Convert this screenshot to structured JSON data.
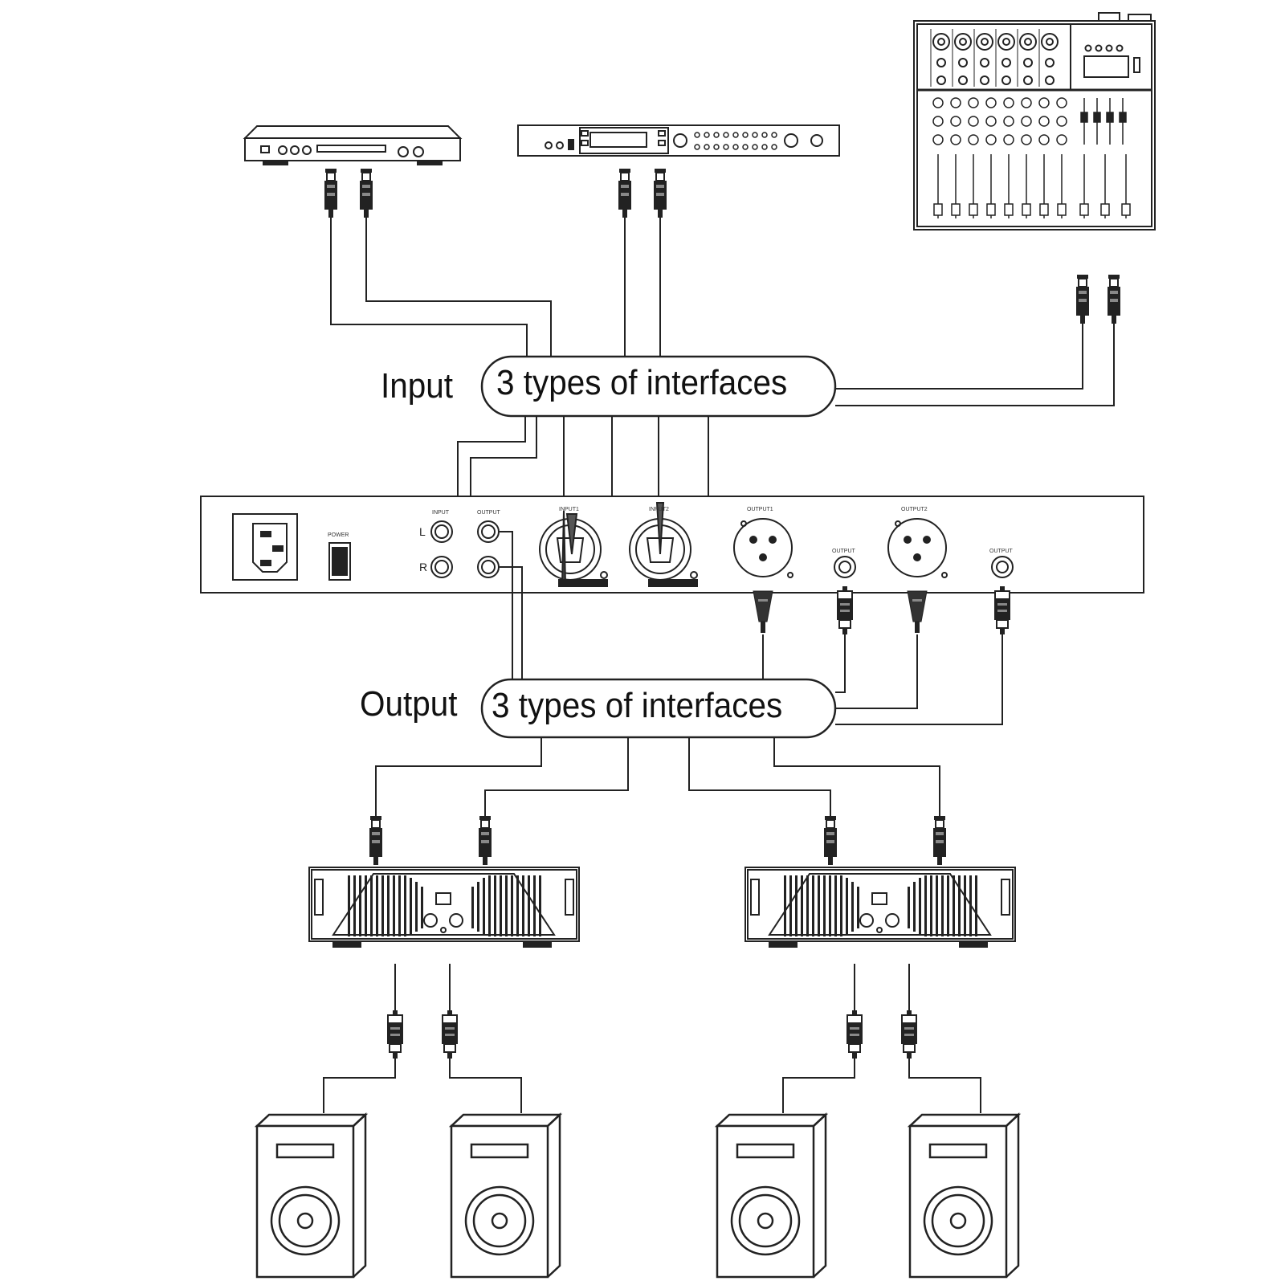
{
  "input_section": {
    "side_label": "Input",
    "pill_text": "3 types of interfaces"
  },
  "output_section": {
    "side_label": "Output",
    "pill_text": "3 types of interfaces"
  },
  "rear_panel": {
    "power_label": "POWER",
    "rca_input_label": "INPUT",
    "rca_output_label": "OUTPUT",
    "left_channel": "L",
    "right_channel": "R",
    "combo_input_1": "INPUT1",
    "combo_input_2": "INPUT2",
    "xlr_output_1": "OUTPUT1",
    "xlr_output_2": "OUTPUT2",
    "jack_output_1": "OUTPUT",
    "jack_output_2": "OUTPUT"
  }
}
